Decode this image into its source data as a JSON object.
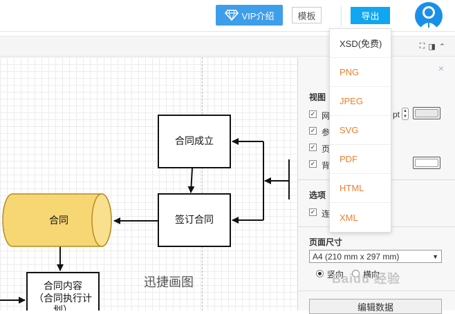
{
  "header": {
    "vip_label": "VIP介绍",
    "template_label": "模板",
    "export_label": "导出"
  },
  "export_menu": {
    "items": [
      "XSD(免费)",
      "PNG",
      "JPEG",
      "SVG",
      "PDF",
      "HTML",
      "XML"
    ]
  },
  "diagram": {
    "nodes": {
      "contract_established": "合同成立",
      "sign_contract": "签订合同",
      "contract": "合同",
      "contract_content_line1": "合同内容",
      "contract_content_line2": "（合同执行计",
      "contract_content_line3": "划）"
    },
    "watermark": "迅捷画图"
  },
  "panel": {
    "view_title": "视图",
    "view_options": [
      "网",
      "参",
      "页",
      "背"
    ],
    "pt_suffix": "pt",
    "options_title": "选项",
    "options_items": [
      "连"
    ],
    "page_size_title": "页面尺寸",
    "page_size_value": "A4 (210 mm x 297 mm)",
    "orientation_portrait": "竖向",
    "orientation_landscape": "横向",
    "edit_data_label": "编辑数据",
    "close_symbol": "×"
  },
  "colors": {
    "accent_blue": "#0fa6f2",
    "vip_blue": "#3f9eea",
    "menu_orange": "#ef7e2e",
    "cylinder_fill": "#f7d774"
  },
  "icons": [
    "diamond-icon",
    "user-avatar-icon",
    "fullscreen-icon",
    "panel-toggle-icon",
    "collapse-icon",
    "close-icon",
    "dropdown-arrow-icon"
  ],
  "baidu_watermark": "Baidu 经验"
}
